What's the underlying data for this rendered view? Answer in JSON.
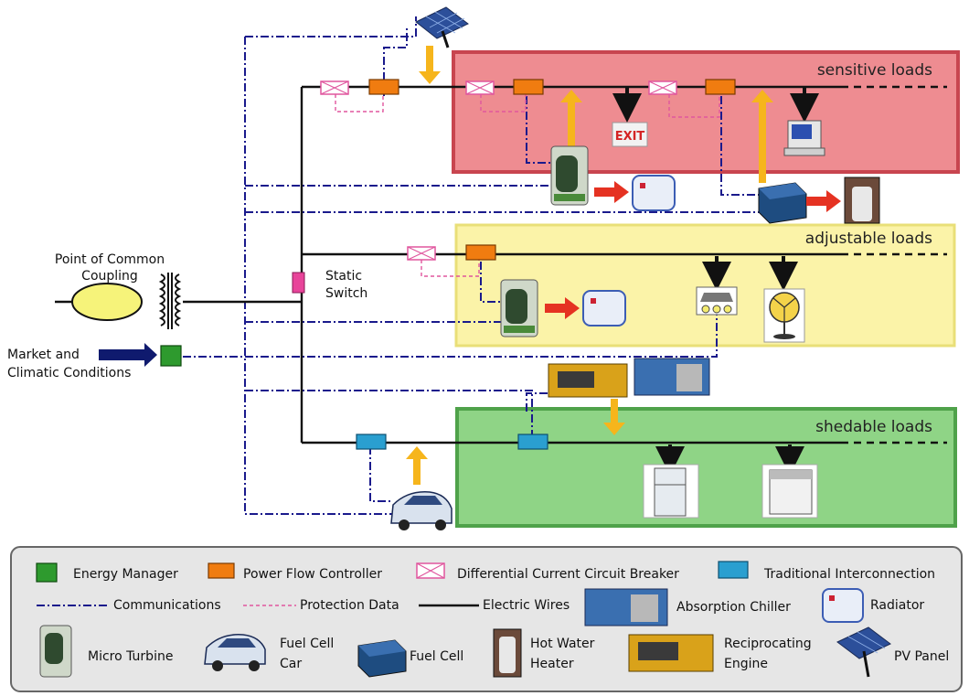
{
  "zones": {
    "sensitive": "sensitive loads",
    "adjustable": "adjustable loads",
    "shedable": "shedable loads"
  },
  "labels": {
    "pcc_line1": "Point of Common",
    "pcc_line2": "Coupling",
    "static_switch_line1": "Static",
    "static_switch_line2": "Switch",
    "market_line1": "Market and",
    "market_line2": "Climatic Conditions",
    "exit_sign": "EXIT"
  },
  "legend": {
    "energy_manager": "Energy Manager",
    "power_flow_controller": "Power Flow Controller",
    "dccb": "Differential Current Circuit Breaker",
    "traditional_interconnection": "Traditional Interconnection",
    "communications": "Communications",
    "protection_data": "Protection Data",
    "electric_wires": "Electric Wires",
    "absorption_chiller": "Absorption Chiller",
    "radiator": "Radiator",
    "micro_turbine": "Micro Turbine",
    "fuel_cell_car_line1": "Fuel Cell",
    "fuel_cell_car_line2": "Car",
    "fuel_cell": "Fuel Cell",
    "hot_water_line1": "Hot Water",
    "hot_water_line2": "Heater",
    "recip_line1": "Reciprocating",
    "recip_line2": "Engine",
    "pv_panel": "PV Panel"
  },
  "colors": {
    "sensitive_zone": "#ee8c91",
    "sensitive_border": "#c8454f",
    "adjustable_zone": "#fbf3a8",
    "adjustable_border": "#e9df78",
    "shedable_zone": "#8fd486",
    "shedable_border": "#4fa24a",
    "energy_manager": "#2e9a2e",
    "power_flow_controller": "#f07c10",
    "traditional_interconnection": "#2a9fd0",
    "communications": "#1a1a8c",
    "protection_data": "#e0569e",
    "static_switch": "#e8449a",
    "flow_arrow": "#f6b51c",
    "heat_arrow": "#e53222"
  }
}
